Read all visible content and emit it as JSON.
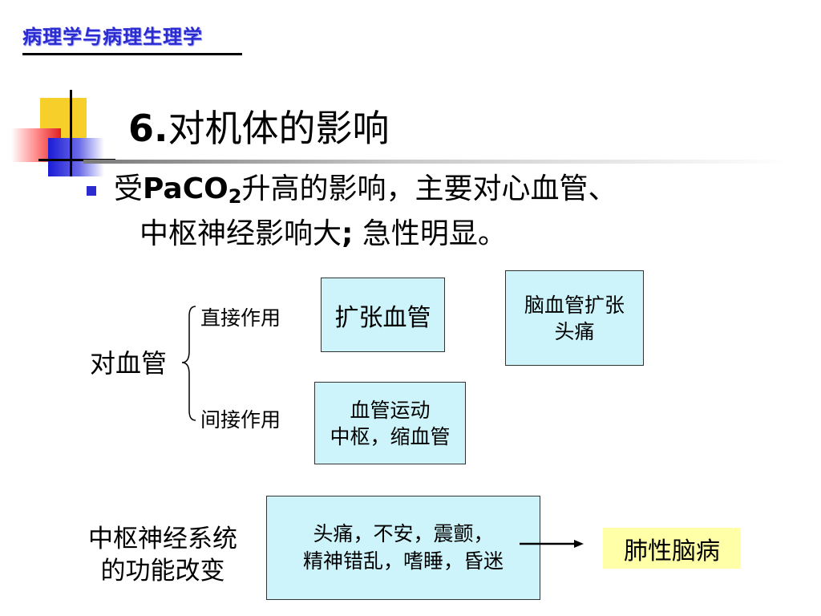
{
  "header": {
    "title": "病理学与病理生理学"
  },
  "slide": {
    "title_num": "6.",
    "title_text": "对机体的影响",
    "bullet": {
      "p1": "受",
      "paco": "PaCO",
      "sub": "2",
      "p2": "升高的影响，主要对心血管、",
      "line2_text": "中枢神经影响大",
      "line2_semi": ";",
      "line2_tail": " 急性明显。"
    }
  },
  "vascular": {
    "label": "对血管",
    "direct_label": "直接作用",
    "indirect_label": "间接作用",
    "box_dilate": "扩张血管",
    "box_result": [
      "脑血管扩张",
      "头痛"
    ],
    "box_center": [
      "血管运动",
      "中枢，缩血管"
    ]
  },
  "cns": {
    "label": [
      "中枢神经系统",
      "的功能改变"
    ],
    "symptoms": [
      "头痛，不安，震颤，",
      "精神错乱，嗜睡，昏迷"
    ],
    "result": "肺性脑病"
  },
  "colors": {
    "header_blue": "#2b2bd0",
    "box_cyan": "#ccf4fa",
    "result_yellow": "#ffffa8",
    "deco_yellow": "#f6cf2a",
    "deco_red": "#e01f1f",
    "deco_blue": "#1b1bd6"
  }
}
